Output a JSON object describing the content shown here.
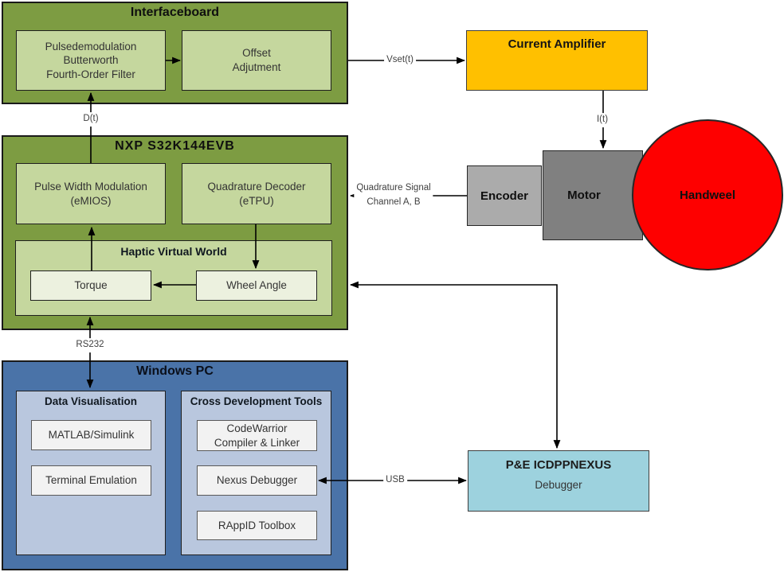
{
  "colors": {
    "green_dark": "#7D9C42",
    "green_light": "#C5D79E",
    "green_pale": "#ECF1DF",
    "blue": "#4A73A8",
    "blue_light": "#B9C7DE",
    "panel_white": "#F2F2F2",
    "amber": "#FFC000",
    "cyan": "#9DD2DE",
    "gray_light": "#ABABAB",
    "gray_dark": "#808080",
    "red": "#FE0000"
  },
  "interfaceboard": {
    "title": "Interfaceboard",
    "filter": {
      "lines": [
        "Pulsedemodulation",
        "Butterworth",
        "Fourth-Order Filter"
      ]
    },
    "offset": {
      "lines": [
        "Offset",
        "Adjutment"
      ]
    }
  },
  "current_amplifier": {
    "title": "Current Amplifier"
  },
  "nxp": {
    "title": "NXP S32K144EVB",
    "pwm": {
      "lines": [
        "Pulse Width Modulation",
        "(eMIOS)"
      ]
    },
    "decoder": {
      "lines": [
        "Quadrature Decoder",
        "(eTPU)"
      ]
    },
    "haptic": {
      "title": "Haptic Virtual World",
      "torque": "Torque",
      "wheel_angle": "Wheel Angle"
    }
  },
  "plant": {
    "encoder": "Encoder",
    "motor": "Motor",
    "handwheel": "Handweel"
  },
  "windows_pc": {
    "title": "Windows PC",
    "data_visualisation": {
      "title": "Data Visualisation",
      "matlab": "MATLAB/Simulink",
      "terminal": "Terminal Emulation"
    },
    "cross_development": {
      "title": "Cross Development Tools",
      "codewarrior": {
        "lines": [
          "CodeWarrior",
          "Compiler & Linker"
        ]
      },
      "nexus": "Nexus Debugger",
      "rappid": "RAppID Toolbox"
    }
  },
  "pe_debugger": {
    "title": "P&E ICDPPNEXUS",
    "subtitle": "Debugger"
  },
  "signals": {
    "vset": "Vset(t)",
    "current": "I(t)",
    "duty": "D(t)",
    "rs232": "RS232",
    "usb": "USB",
    "quadrature": {
      "lines": [
        "Quadrature Signal",
        "Channel A, B"
      ]
    }
  }
}
